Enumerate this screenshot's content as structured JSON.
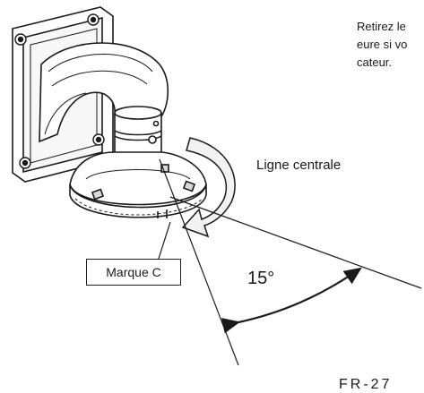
{
  "note": {
    "line1": "Retirez le",
    "line2": "eure si vo",
    "line3": "cateur."
  },
  "labels": {
    "center_line": "Ligne centrale",
    "mark_c": "Marque C",
    "angle": "15°"
  },
  "footer": {
    "page_number": "FR-27"
  },
  "colors": {
    "line": "#1a1a1a",
    "arrow_fill": "#f2f2f2",
    "shade": "#d9d9d9"
  }
}
